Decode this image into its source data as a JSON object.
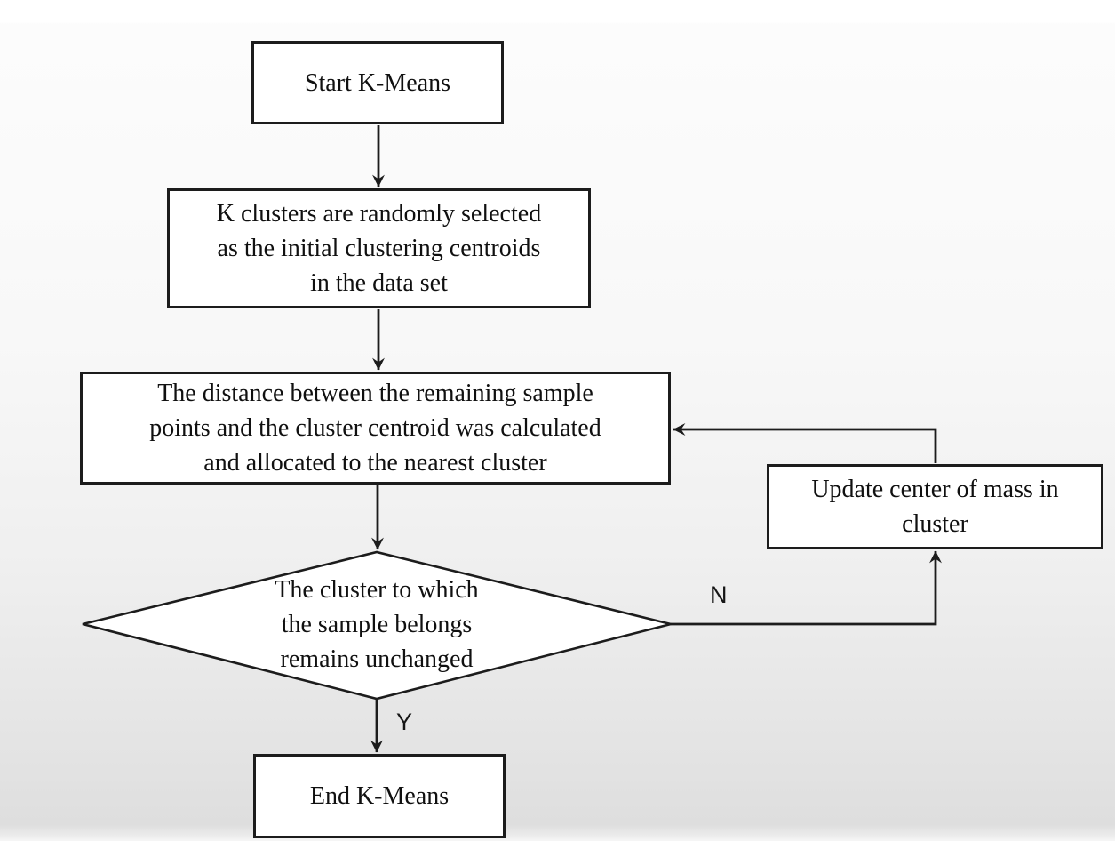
{
  "flowchart": {
    "nodes": {
      "start": {
        "lines": [
          "Start K-Means"
        ]
      },
      "init_centroids": {
        "lines": [
          "K clusters are randomly selected",
          "as the initial clustering centroids",
          "in the data set"
        ]
      },
      "assign_distance": {
        "lines": [
          "The distance between the remaining sample",
          "points and the cluster centroid was calculated",
          "and allocated to the nearest cluster"
        ]
      },
      "decision": {
        "lines": [
          "The cluster to which",
          "the sample belongs",
          "remains unchanged"
        ]
      },
      "update_center": {
        "lines": [
          "Update center of mass in",
          "cluster"
        ]
      },
      "end": {
        "lines": [
          "End K-Means"
        ]
      }
    },
    "edge_labels": {
      "no_branch": "N",
      "yes_branch": "Y"
    },
    "colors": {
      "stroke": "#1c1c1c",
      "node_fill": "#ffffff",
      "text": "#101010"
    }
  }
}
